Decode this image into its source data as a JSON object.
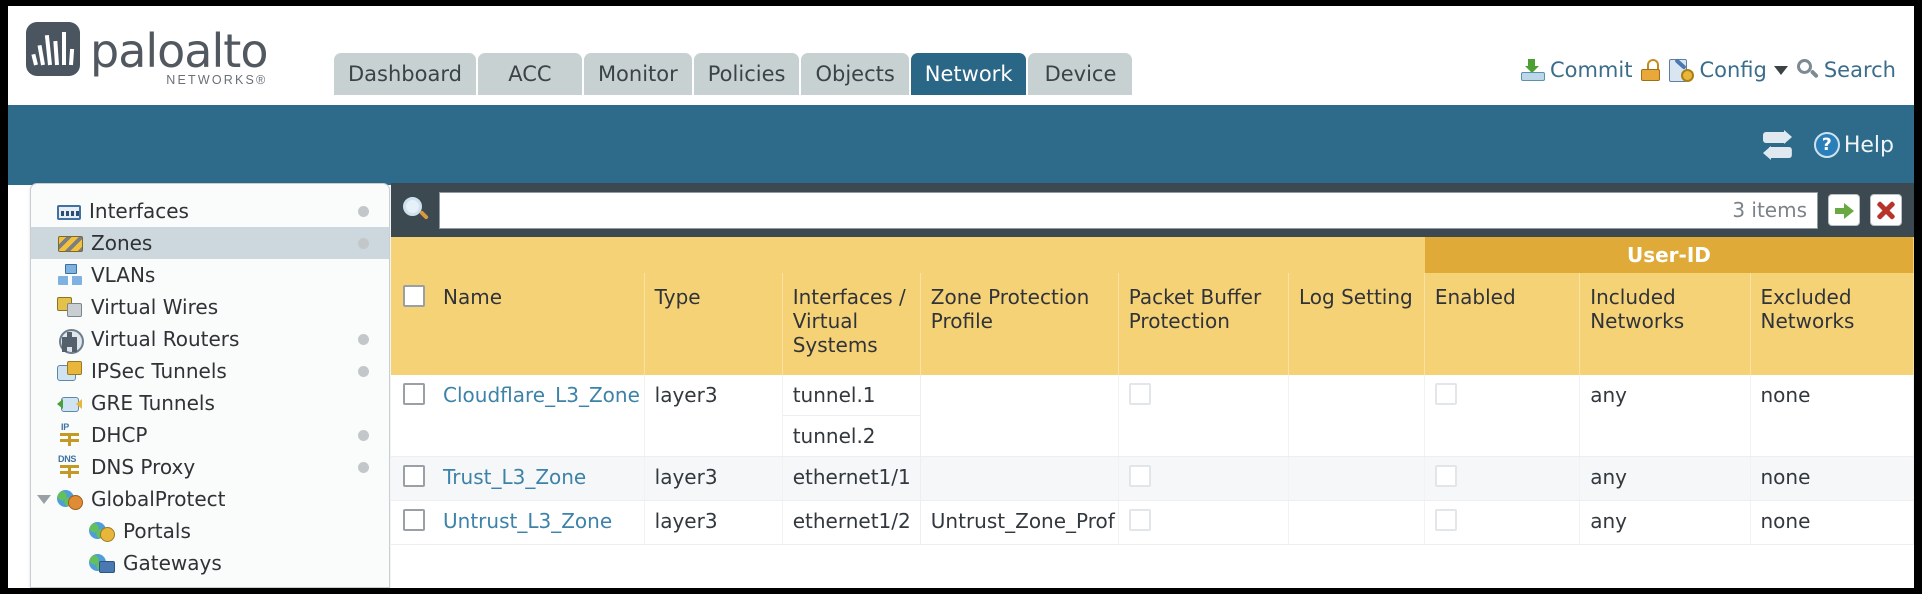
{
  "brand": {
    "name": "paloalto",
    "tagline": "NETWORKS®"
  },
  "nav": {
    "tabs": [
      {
        "label": "Dashboard",
        "active": false
      },
      {
        "label": "ACC",
        "active": false
      },
      {
        "label": "Monitor",
        "active": false
      },
      {
        "label": "Policies",
        "active": false
      },
      {
        "label": "Objects",
        "active": false
      },
      {
        "label": "Network",
        "active": true
      },
      {
        "label": "Device",
        "active": false
      }
    ]
  },
  "utility": {
    "commit_label": "Commit",
    "config_label": "Config",
    "search_label": "Search",
    "lock_icon": "lock-icon"
  },
  "band": {
    "refresh_icon": "refresh-icon",
    "help_label": "Help",
    "help_glyph": "?"
  },
  "sidebar": {
    "items": [
      {
        "label": "Interfaces",
        "icon": "interfaces-icon",
        "dot": true,
        "selected": false,
        "child": false,
        "twisty": false
      },
      {
        "label": "Zones",
        "icon": "zones-icon",
        "dot": true,
        "selected": true,
        "child": false,
        "twisty": false
      },
      {
        "label": "VLANs",
        "icon": "vlans-icon",
        "dot": false,
        "selected": false,
        "child": false,
        "twisty": false
      },
      {
        "label": "Virtual Wires",
        "icon": "virtual-wires-icon",
        "dot": false,
        "selected": false,
        "child": false,
        "twisty": false
      },
      {
        "label": "Virtual Routers",
        "icon": "virtual-routers-icon",
        "dot": true,
        "selected": false,
        "child": false,
        "twisty": false
      },
      {
        "label": "IPSec Tunnels",
        "icon": "ipsec-tunnels-icon",
        "dot": true,
        "selected": false,
        "child": false,
        "twisty": false
      },
      {
        "label": "GRE Tunnels",
        "icon": "gre-tunnels-icon",
        "dot": false,
        "selected": false,
        "child": false,
        "twisty": false
      },
      {
        "label": "DHCP",
        "icon": "dhcp-icon",
        "dot": true,
        "selected": false,
        "child": false,
        "twisty": false
      },
      {
        "label": "DNS Proxy",
        "icon": "dns-proxy-icon",
        "dot": true,
        "selected": false,
        "child": false,
        "twisty": false
      },
      {
        "label": "GlobalProtect",
        "icon": "globalprotect-icon",
        "dot": false,
        "selected": false,
        "child": false,
        "twisty": true
      },
      {
        "label": "Portals",
        "icon": "portals-icon",
        "dot": false,
        "selected": false,
        "child": true,
        "twisty": false
      },
      {
        "label": "Gateways",
        "icon": "gateways-icon",
        "dot": false,
        "selected": false,
        "child": true,
        "twisty": false
      }
    ]
  },
  "search": {
    "value": "",
    "placeholder": "",
    "items_count": "3 items",
    "apply_icon": "apply-filter-icon",
    "clear_icon": "clear-filter-icon"
  },
  "table": {
    "group_header": "User-ID",
    "columns": [
      "Name",
      "Type",
      "Interfaces / Virtual Systems",
      "Zone Protection Profile",
      "Packet Buffer Protection",
      "Log Setting",
      "Enabled",
      "Included Networks",
      "Excluded Networks"
    ],
    "rows": [
      {
        "name": "Cloudflare_L3_Zone",
        "type": "layer3",
        "interfaces": [
          "tunnel.1",
          "tunnel.2"
        ],
        "zone_protection_profile": "",
        "packet_buffer_protection": false,
        "log_setting": "",
        "userid_enabled": false,
        "included_networks": "any",
        "excluded_networks": "none"
      },
      {
        "name": "Trust_L3_Zone",
        "type": "layer3",
        "interfaces": [
          "ethernet1/1"
        ],
        "zone_protection_profile": "",
        "packet_buffer_protection": false,
        "log_setting": "",
        "userid_enabled": false,
        "included_networks": "any",
        "excluded_networks": "none"
      },
      {
        "name": "Untrust_L3_Zone",
        "type": "layer3",
        "interfaces": [
          "ethernet1/2"
        ],
        "zone_protection_profile": "Untrust_Zone_Prof",
        "packet_buffer_protection": false,
        "log_setting": "",
        "userid_enabled": false,
        "included_networks": "any",
        "excluded_networks": "none"
      }
    ]
  },
  "colors": {
    "brand_blue": "#2a6685",
    "band_blue": "#2e6a8a",
    "header_yellow": "#f6d276",
    "group_yellow": "#dfaa37",
    "link_blue": "#3d82a8"
  }
}
